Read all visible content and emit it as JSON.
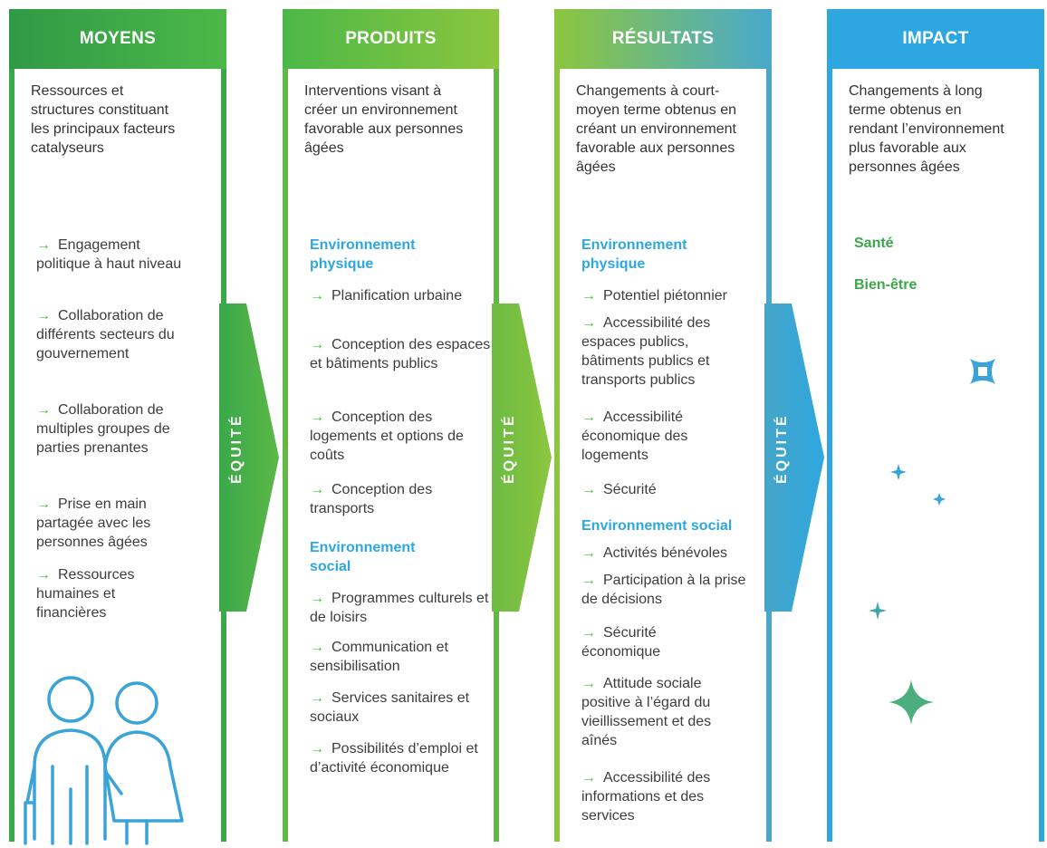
{
  "columns": {
    "moyens": {
      "title": "MOYENS",
      "description": "Ressources et structures constituant les principaux facteurs catalyseurs",
      "items": [
        "Engagement politique à haut niveau",
        "Collaboration de différents secteurs du gouvernement",
        "Collaboration de multiples groupes de parties prenantes",
        "Prise en main partagée avec les personnes âgées",
        "Ressources humaines et financières"
      ]
    },
    "produits": {
      "title": "PRODUITS",
      "description": "Interventions visant à créer un environnement favorable aux personnes âgées",
      "physique": {
        "heading": "Environnement physique",
        "items": [
          "Planification urbaine",
          "Conception des espaces et bâtiments publics",
          "Conception des logements et options de coûts",
          "Conception des transports"
        ]
      },
      "social": {
        "heading": "Environnement social",
        "items": [
          "Programmes culturels et de loisirs",
          "Communication et sensibilisation",
          "Services sanitaires et sociaux",
          "Possibilités d’emploi et d’activité économique"
        ]
      }
    },
    "resultats": {
      "title": "RÉSULTATS",
      "description": "Changements à court-moyen terme obtenus en créant un environnement favorable aux personnes âgées",
      "physique": {
        "heading": "Environnement physique",
        "items": [
          "Potentiel piétonnier",
          "Accessibilité des espaces publics, bâtiments publics et transports publics",
          "Accessibilité économique des logements",
          "Sécurité"
        ]
      },
      "social": {
        "heading": "Environnement social",
        "items": [
          "Activités bénévoles",
          "Participation à la prise de décisions",
          "Sécurité économique",
          "Attitude sociale positive à l’égard du vieillissement et des aînés",
          "Accessibilité des informations et des services"
        ]
      }
    },
    "impact": {
      "title": "IMPACT",
      "description": "Changements à long terme obtenus en rendant l’environnement plus favorable aux personnes âgées",
      "items": [
        "Santé",
        "Bien-être"
      ]
    }
  },
  "connector_label": "ÉQUITÉ",
  "arrow_glyph": "→",
  "icons": [
    "elderly-couple-icon",
    "sparkle-icon"
  ],
  "colors": {
    "green_dark": "#2f9a46",
    "green": "#4cb848",
    "lime": "#8cc63e",
    "teal": "#49a9cc",
    "blue": "#2ea7e0",
    "accent_text": "#2ea7e0"
  }
}
